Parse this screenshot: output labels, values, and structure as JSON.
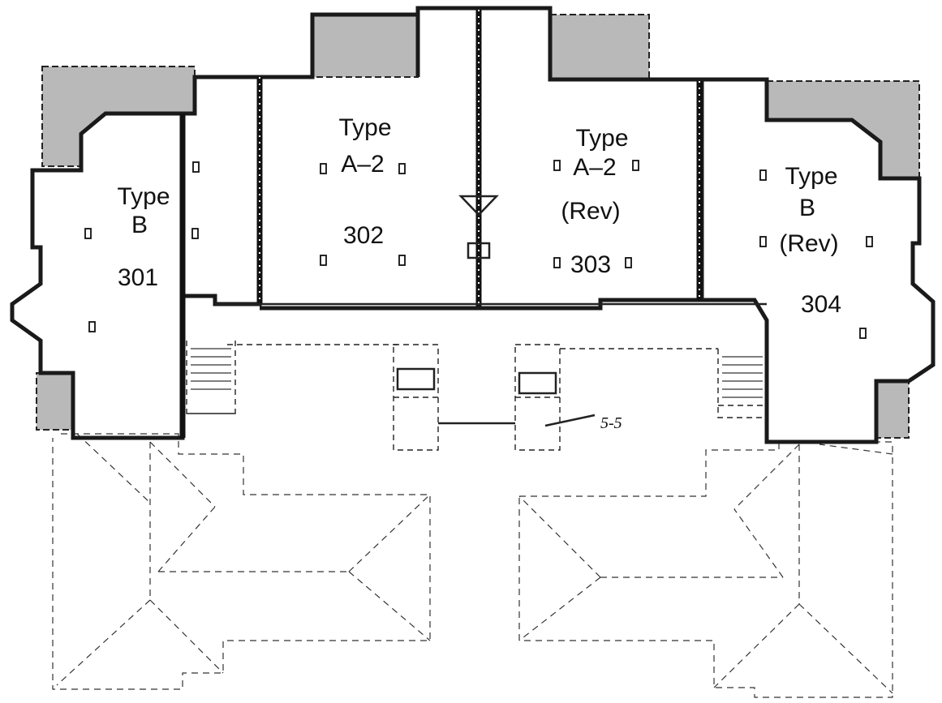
{
  "units": [
    {
      "id": "unit-301",
      "lines": [
        "Type",
        "B",
        "301"
      ]
    },
    {
      "id": "unit-302",
      "lines": [
        "Type",
        "A–2",
        "302"
      ]
    },
    {
      "id": "unit-303",
      "lines": [
        "Type",
        "A–2",
        "(Rev)",
        "303"
      ]
    },
    {
      "id": "unit-304",
      "lines": [
        "Type",
        "B",
        "(Rev)",
        "304"
      ]
    }
  ],
  "section_mark": "5-5",
  "colors": {
    "walls": "#1a1a1a",
    "balcony_fill": "#b9b9b9",
    "background": "#ffffff"
  }
}
